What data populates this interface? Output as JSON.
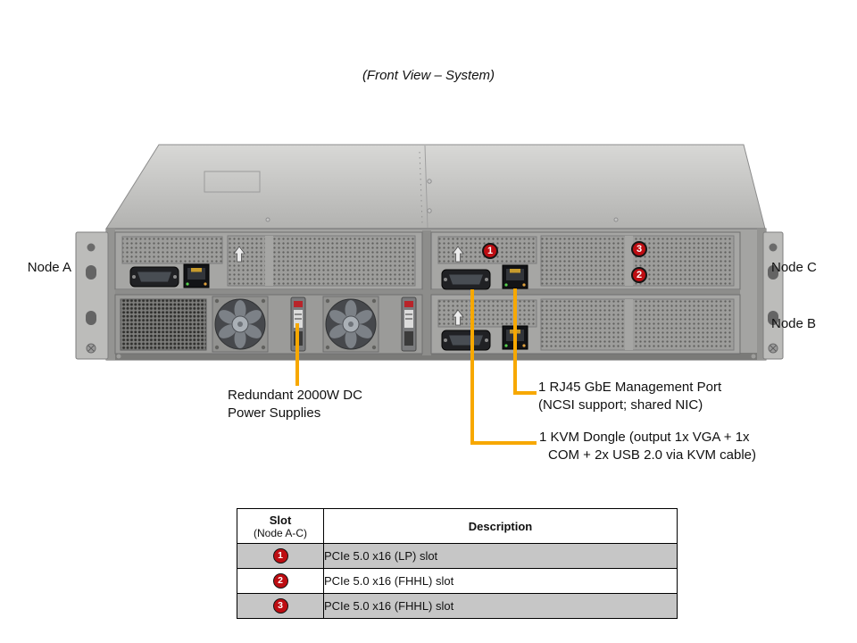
{
  "title": "(Front View – System)",
  "nodes": {
    "a": "Node A",
    "b": "Node B",
    "c": "Node C"
  },
  "markers": {
    "one": "1",
    "two": "2",
    "three": "3"
  },
  "callouts": {
    "psu": {
      "line1": "Redundant 2000W DC",
      "line2": "Power Supplies"
    },
    "rj45": {
      "line1": "1 RJ45 GbE Management Port",
      "line2": "(NCSI support; shared NIC)"
    },
    "kvm": {
      "line1": "1 KVM Dongle (output 1x VGA + 1x",
      "line2": "COM + 2x USB 2.0 via KVM cable)"
    }
  },
  "table": {
    "header": {
      "slot": "Slot",
      "slot_sub": "(Node A-C)",
      "description": "Description"
    },
    "rows": [
      {
        "marker": "1",
        "description": "PCIe 5.0 x16 (LP) slot"
      },
      {
        "marker": "2",
        "description": "PCIe 5.0 x16 (FHHL) slot"
      },
      {
        "marker": "3",
        "description": "PCIe 5.0 x16 (FHHL) slot"
      }
    ]
  },
  "colors": {
    "callout_line": "#F7A800",
    "marker_red": "#BE0D12",
    "table_row_alt": "#C6C6C6"
  }
}
